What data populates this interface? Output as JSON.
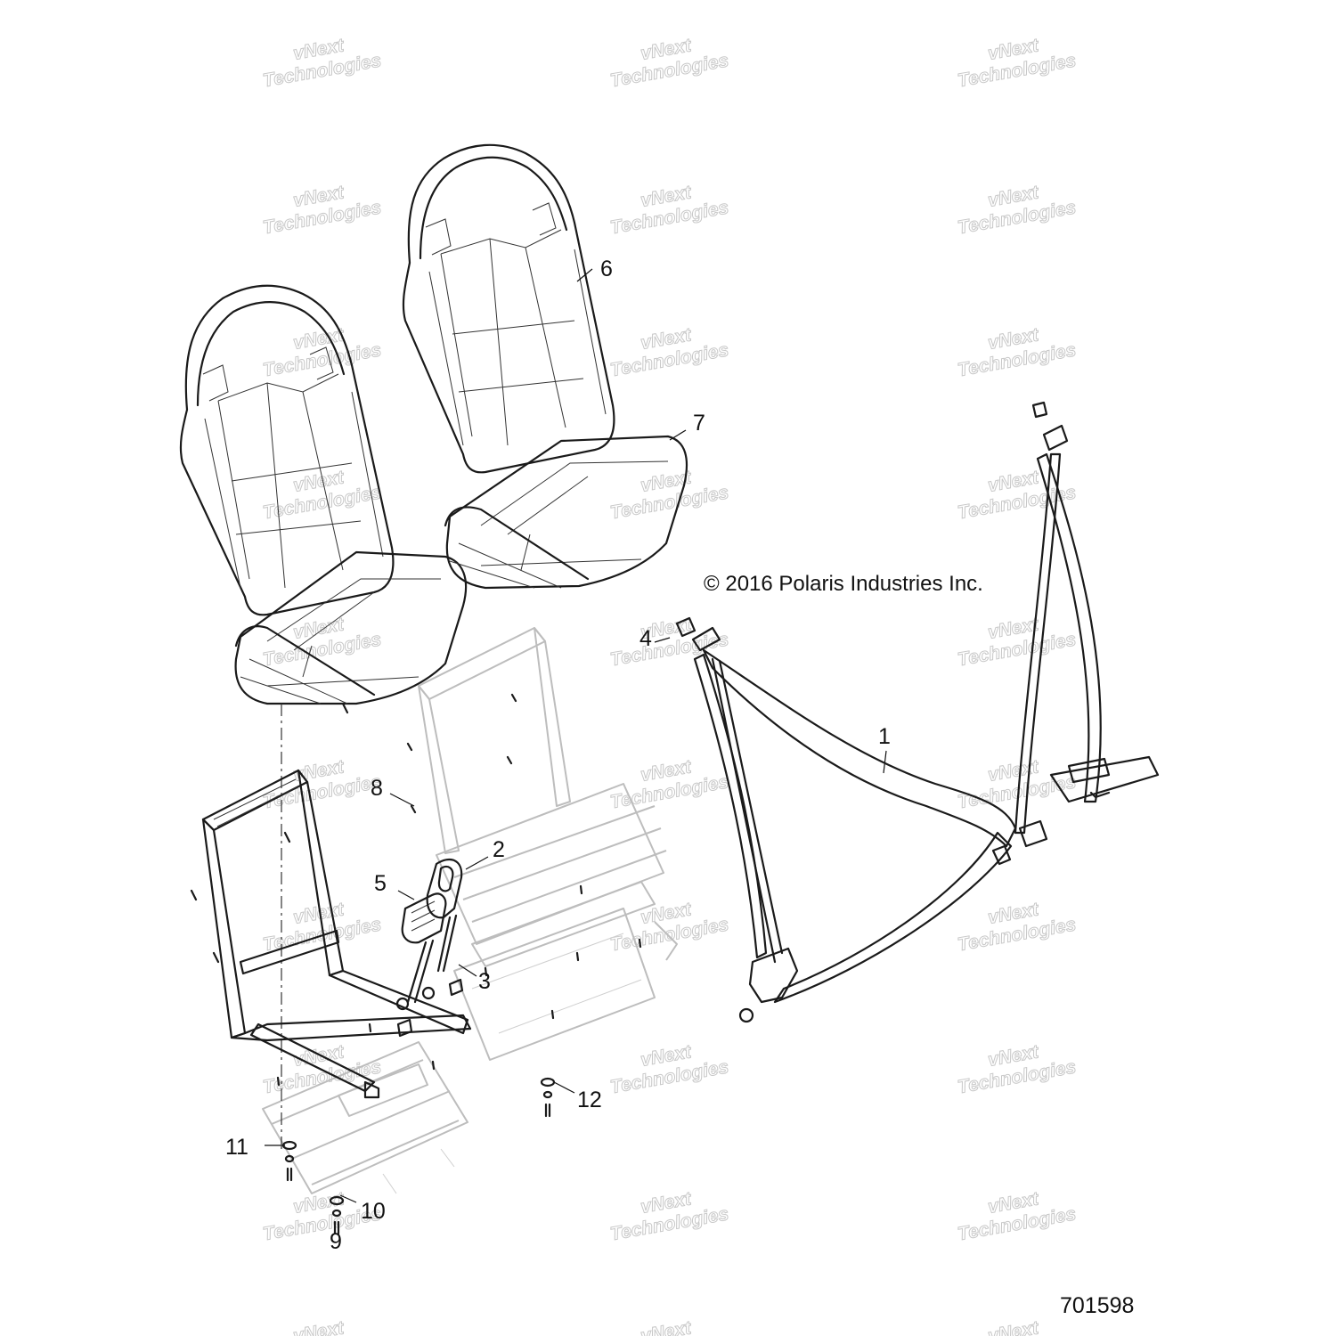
{
  "copyright": "© 2016 Polaris Industries Inc.",
  "figure_number": "701598",
  "watermark": {
    "line1": "vNext",
    "line2": "Technologies",
    "color": "#c8c8c8"
  },
  "callouts": [
    {
      "id": "1",
      "label": "1"
    },
    {
      "id": "2",
      "label": "2"
    },
    {
      "id": "3",
      "label": "3"
    },
    {
      "id": "4",
      "label": "4"
    },
    {
      "id": "5",
      "label": "5"
    },
    {
      "id": "6",
      "label": "6"
    },
    {
      "id": "7",
      "label": "7"
    },
    {
      "id": "8",
      "label": "8"
    },
    {
      "id": "9",
      "label": "9"
    },
    {
      "id": "10",
      "label": "10"
    },
    {
      "id": "11",
      "label": "11"
    },
    {
      "id": "12",
      "label": "12"
    }
  ],
  "colors": {
    "ink": "#1a1a1a",
    "ghost_parts": "#bdbdbd",
    "background": "#ffffff"
  }
}
